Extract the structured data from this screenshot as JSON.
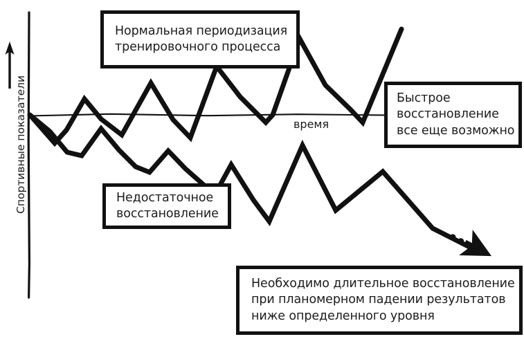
{
  "figure": {
    "background_color": "#ffffff",
    "ink_color": "#111111",
    "text_color": "#1c1c1c"
  },
  "axes": {
    "y_label": "Спортивные показатели",
    "y_arrow_icon": "up-arrow-icon",
    "x_label": "время",
    "baseline_note": "horizontal reference level"
  },
  "callouts": {
    "normal_periodization": "Нормальная периодизация\nтренировочного процесса",
    "fast_recovery": "Быстрое\nвосстановление\nвсе еще возможно",
    "insufficient_recovery": "Недостаточное\nвосстановление",
    "long_recovery": "Необходимо длительное восстановление\nпри планомерном падении результатов\nниже определенного уровня"
  },
  "chart_data": {
    "type": "line",
    "title": "",
    "xlabel": "время",
    "ylabel": "Спортивные показатели",
    "grid": false,
    "legend": "none",
    "xlim": [
      43,
      700
    ],
    "ylim": [
      360,
      40
    ],
    "reference_line": {
      "name": "baseline",
      "y": 166,
      "x_start": 43,
      "x_end": 567
    },
    "series": [
      {
        "name": "Нормальная периодизация тренировочного процесса",
        "style": "solid",
        "stroke_width": 7,
        "points": [
          [
            43,
            166
          ],
          [
            79,
            207
          ],
          [
            96,
            188
          ],
          [
            122,
            143
          ],
          [
            146,
            172
          ],
          [
            176,
            195
          ],
          [
            218,
            120
          ],
          [
            250,
            173
          ],
          [
            275,
            199
          ],
          [
            313,
            96
          ],
          [
            347,
            140
          ],
          [
            384,
            177
          ],
          [
            394,
            166
          ],
          [
            433,
            56
          ],
          [
            470,
            123
          ],
          [
            506,
            158
          ],
          [
            524,
            177
          ],
          [
            580,
            42
          ]
        ]
      },
      {
        "name": "Недостаточное восстановление",
        "style": "solid-then-dashed",
        "stroke_width": 7,
        "dash_from_index": 13,
        "arrow_head": true,
        "points": [
          [
            43,
            166
          ],
          [
            72,
            190
          ],
          [
            97,
            220
          ],
          [
            118,
            225
          ],
          [
            146,
            186
          ],
          [
            172,
            217
          ],
          [
            196,
            241
          ],
          [
            216,
            249
          ],
          [
            243,
            218
          ],
          [
            268,
            244
          ],
          [
            294,
            267
          ],
          [
            310,
            282
          ],
          [
            334,
            238
          ],
          [
            366,
            289
          ],
          [
            389,
            320
          ],
          [
            437,
            210
          ],
          [
            485,
            304
          ],
          [
            513,
            281
          ],
          [
            553,
            248
          ],
          [
            625,
            330
          ],
          [
            690,
            363
          ]
        ]
      }
    ]
  }
}
